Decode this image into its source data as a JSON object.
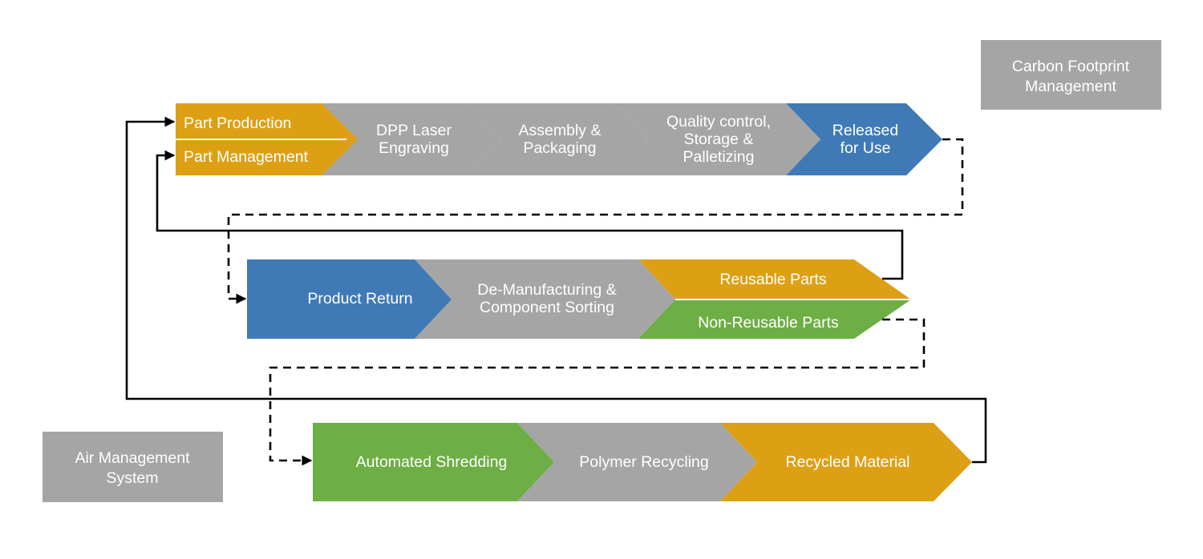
{
  "colors": {
    "gold": "#DDA015",
    "gray": "#A5A5A5",
    "blue": "#3F7AB6",
    "green": "#6DAE45",
    "text": "#FFFFFF",
    "line": "#000000"
  },
  "boxes": {
    "carbon": {
      "line1": "Carbon Footprint",
      "line2": "Management"
    },
    "air": {
      "line1": "Air Management",
      "line2": "System"
    }
  },
  "row1": {
    "part_production": "Part Production",
    "part_management": "Part Management",
    "dpp": {
      "line1": "DPP Laser",
      "line2": "Engraving"
    },
    "assembly": {
      "line1": "Assembly &",
      "line2": "Packaging"
    },
    "quality": {
      "line1": "Quality control,",
      "line2": "Storage &",
      "line3": "Palletizing"
    },
    "released": {
      "line1": "Released",
      "line2": "for Use"
    }
  },
  "row2": {
    "product_return": "Product Return",
    "demanufacturing": {
      "line1": "De-Manufacturing &",
      "line2": "Component Sorting"
    },
    "reusable": "Reusable Parts",
    "non_reusable": "Non-Reusable Parts"
  },
  "row3": {
    "shredding": "Automated Shredding",
    "polymer": "Polymer Recycling",
    "recycled": "Recycled Material"
  },
  "connectors": {
    "released_to_return": {
      "style": "dashed",
      "from": "Released for Use",
      "to": "Product Return"
    },
    "reusable_to_part_management": {
      "style": "solid",
      "from": "Reusable Parts",
      "to": "Part Management"
    },
    "non_reusable_to_shredding": {
      "style": "dashed",
      "from": "Non-Reusable Parts",
      "to": "Automated Shredding"
    },
    "recycled_to_part_production": {
      "style": "solid",
      "from": "Recycled Material",
      "to": "Part Production"
    }
  }
}
